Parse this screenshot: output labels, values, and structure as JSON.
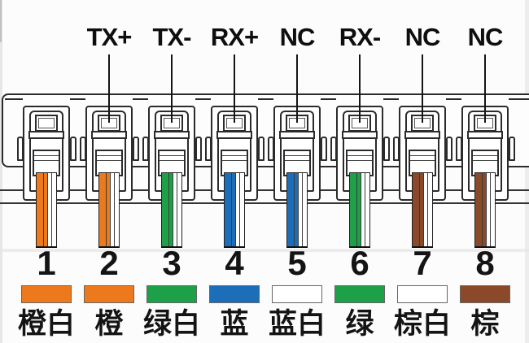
{
  "diagram": {
    "pins": [
      {
        "number": "1",
        "signal": null,
        "wire_color": "#EC7A1C",
        "swatch_color": "#EC7A1C",
        "color_name": "橙白"
      },
      {
        "number": "2",
        "signal": "TX+",
        "wire_color": "#EC7A1C",
        "swatch_color": "#EC7A1C",
        "color_name": "橙"
      },
      {
        "number": "3",
        "signal": "TX-",
        "wire_color": "#1EA048",
        "swatch_color": "#1EA048",
        "color_name": "绿白"
      },
      {
        "number": "4",
        "signal": "RX+",
        "wire_color": "#1D6EB8",
        "swatch_color": "#1D6EB8",
        "color_name": "蓝"
      },
      {
        "number": "5",
        "signal": "NC",
        "wire_color": "#1D6EB8",
        "swatch_color": "#FFFFFF",
        "color_name": "蓝白"
      },
      {
        "number": "6",
        "signal": "RX-",
        "wire_color": "#1EA048",
        "swatch_color": "#1EA048",
        "color_name": "绿"
      },
      {
        "number": "7",
        "signal": "NC",
        "wire_color": "#8A4A29",
        "swatch_color": "#FFFFFF",
        "color_name": "棕白"
      },
      {
        "number": "8",
        "signal": "NC",
        "wire_color": "#8A4A29",
        "swatch_color": "#8A4A29",
        "color_name": "棕"
      }
    ],
    "colors": {
      "outline": "#2b2b2b",
      "text": "#141414",
      "panel_background": "#FDFDFD",
      "wire_white": "#FFFFFF",
      "stripe_divider": "#3a3a3a"
    }
  }
}
